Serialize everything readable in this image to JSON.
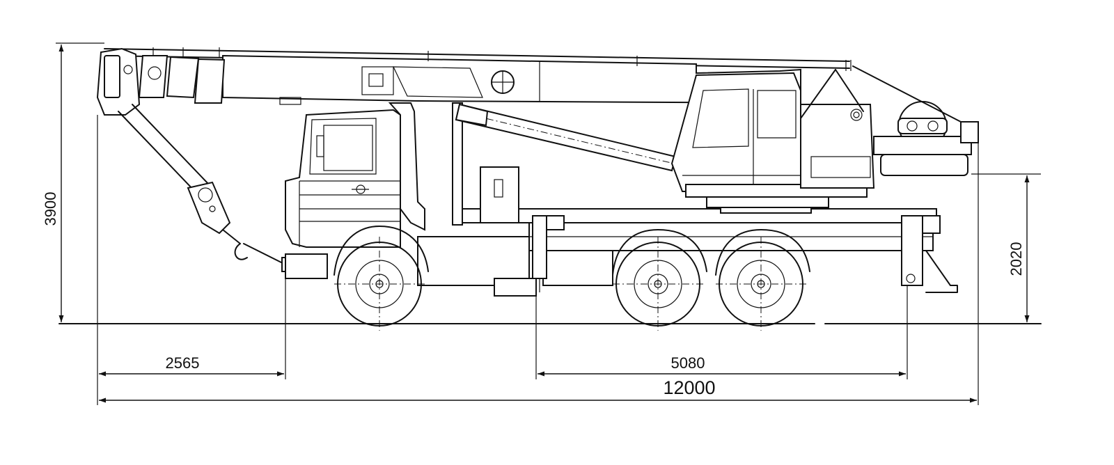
{
  "dimensions": {
    "overall_length": "12000",
    "front_overhang": "2565",
    "wheelbase_to_outrigger": "5080",
    "total_height": "3900",
    "outrigger_height": "2020"
  }
}
